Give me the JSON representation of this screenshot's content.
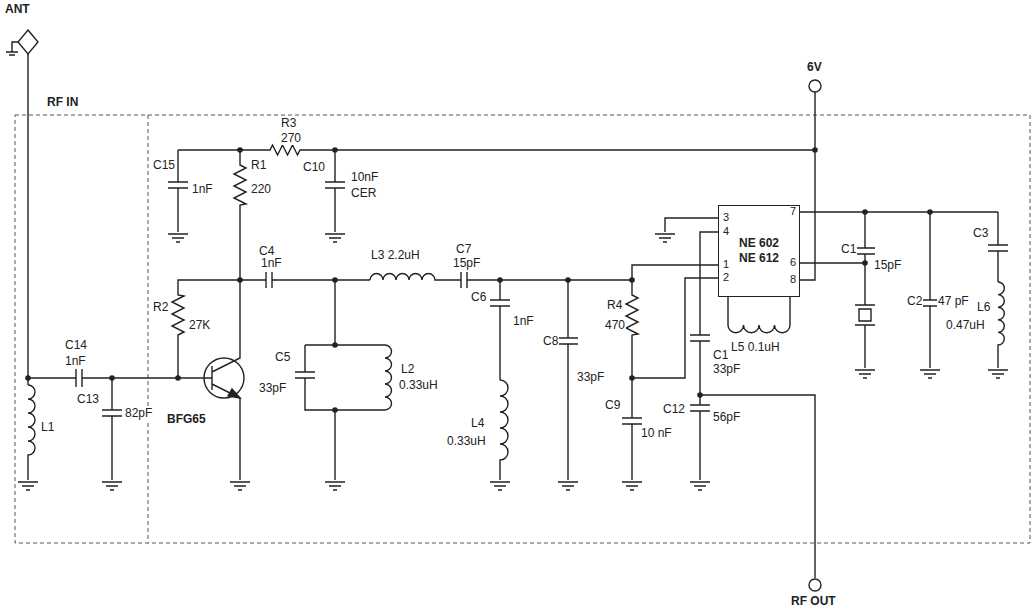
{
  "diagram": {
    "nodes": [
      {
        "text": [
          "NE 602",
          "NE 612"
        ]
      }
    ],
    "labels": [
      "ANT",
      "RF IN",
      "6V",
      "R3",
      "270",
      "C15",
      "1nF",
      "R1",
      "220",
      "C10",
      "10nF",
      "CER",
      "3",
      "4",
      "1",
      "2",
      "7",
      "6",
      "8",
      "C4",
      "1nF",
      "L3 2.2uH",
      "C7",
      "15pF",
      "C1",
      "15pF",
      "C2",
      "47 pF",
      "C3",
      "L6",
      "0.47uH",
      "R2",
      "27K",
      "C6",
      "1nF",
      "R4",
      "470",
      "L5 0.1uH",
      "C5",
      "33pF",
      "L2",
      "0.33uH",
      "C8",
      "33pF",
      "C1",
      "33pF",
      "C14",
      "1nF",
      "C13",
      "82pF",
      "BFG65",
      "L1",
      "L4",
      "0.33uH",
      "C9",
      "10 nF",
      "C12",
      "56pF",
      "RF OUT"
    ]
  }
}
